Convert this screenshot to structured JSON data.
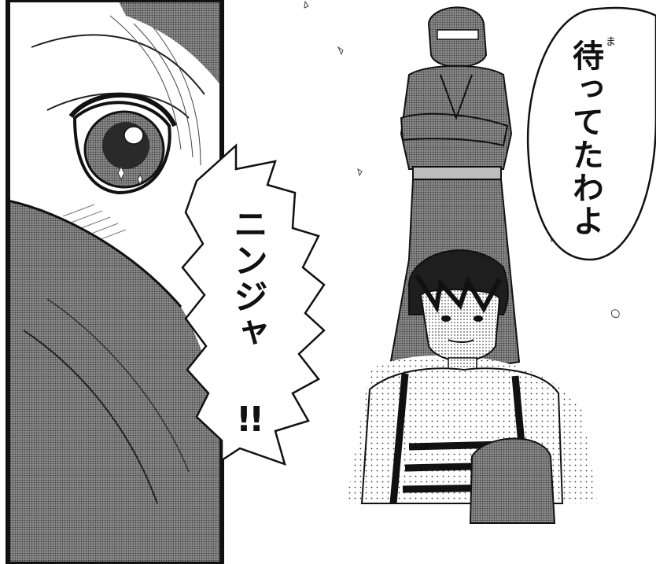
{
  "panel": {
    "ruby": "ま",
    "speech_right": "待ってたわよ",
    "speech_left": "ニンジャ",
    "speech_left_exclaim": "!!"
  }
}
